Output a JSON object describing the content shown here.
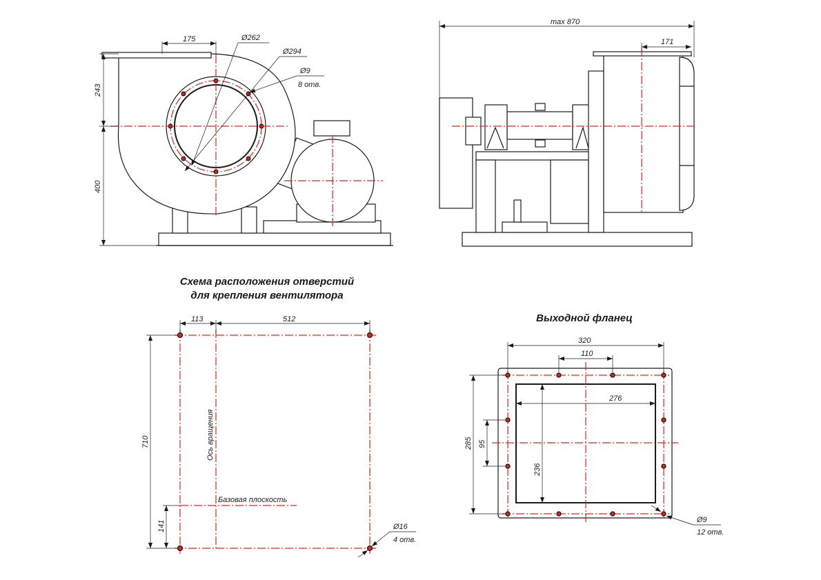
{
  "front_view": {
    "dim_175": "175",
    "dim_d262": "Ø262",
    "dim_d294": "Ø294",
    "dim_d9": "Ø9",
    "holes_8": "8 отв.",
    "dim_243": "243",
    "dim_400": "400"
  },
  "side_view": {
    "dim_max870": "max 870",
    "dim_171": "171"
  },
  "mount_scheme": {
    "title_line1": "Схема расположения отверстий",
    "title_line2": "для крепления вентилятора",
    "dim_113": "113",
    "dim_512": "512",
    "dim_710": "710",
    "dim_141": "141",
    "axis_label": "Ось вращения",
    "base_label": "Базовая  плоскость",
    "dim_d16": "Ø16",
    "holes_4": "4 отв."
  },
  "outlet_flange": {
    "title": "Выходной фланец",
    "dim_320": "320",
    "dim_110": "110",
    "dim_276": "276",
    "dim_285": "285",
    "dim_95": "95",
    "dim_236": "236",
    "dim_d9": "Ø9",
    "holes_12": "12 отв."
  },
  "colors": {
    "line": "#1a1a1a",
    "centerline": "#e0241b",
    "hole": "#e0241b"
  }
}
